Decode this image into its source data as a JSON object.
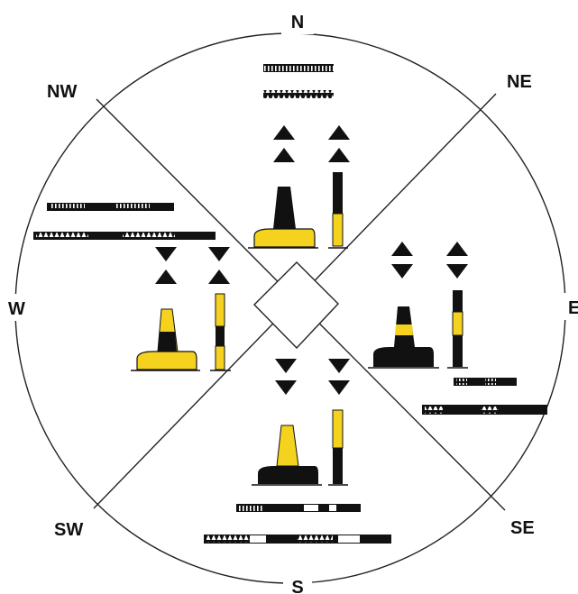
{
  "diagram": {
    "title": "",
    "directions": {
      "n": "N",
      "ne": "NE",
      "e": "E",
      "se": "SE",
      "s": "S",
      "sw": "SW",
      "w": "W",
      "nw": "NW"
    },
    "quadrants": [
      {
        "name": "north",
        "topmark": "two cones pointing up",
        "colours": "black over yellow"
      },
      {
        "name": "east",
        "topmark": "two cones base to base",
        "colours": "black with a yellow band"
      },
      {
        "name": "south",
        "topmark": "two cones pointing down",
        "colours": "yellow over black"
      },
      {
        "name": "west",
        "topmark": "two cones point to point",
        "colours": "yellow with a black band"
      }
    ],
    "colors": {
      "yellow": "#f5d21e",
      "black": "#111111",
      "line": "#222222",
      "background": "#ffffff"
    }
  }
}
